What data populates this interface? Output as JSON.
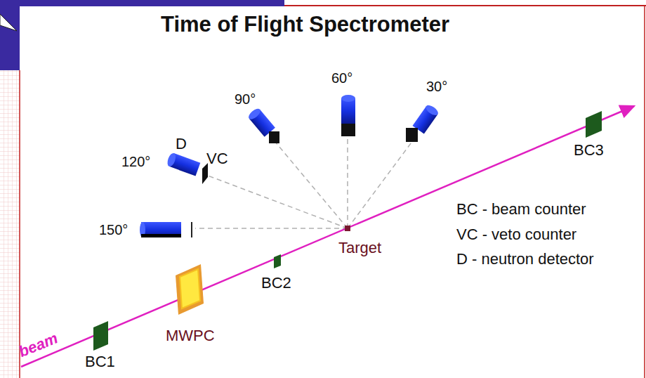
{
  "diagram": {
    "title": "Time of Flight Spectrometer",
    "labels": [
      "beam",
      "BC1",
      "MWPC",
      "BC2",
      "Target",
      "BC3",
      "150°",
      "120°",
      "D",
      "VC",
      "90°",
      "60°",
      "30°",
      "BC - beam counter",
      "VC - veto counter",
      "D - neutron detector"
    ]
  }
}
